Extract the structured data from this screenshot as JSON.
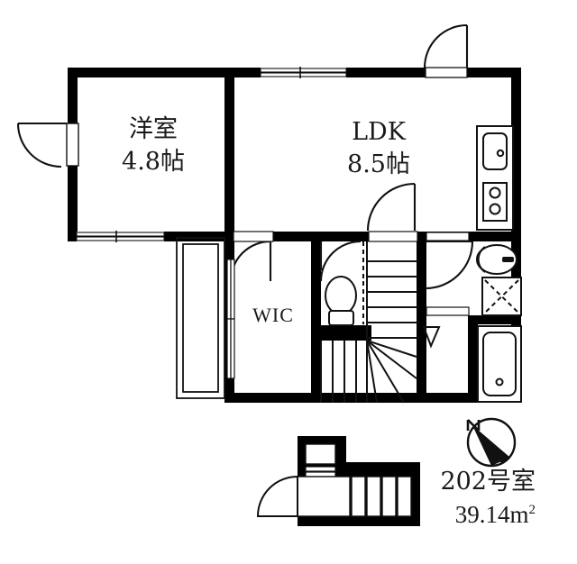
{
  "plan": {
    "type": "floor-plan",
    "unit_number": "202号室",
    "unit_area": "39.14",
    "unit_area_unit": "m",
    "unit_area_sup": "2",
    "compass_label": "N",
    "rooms": [
      {
        "id": "washitsu",
        "name": "洋室",
        "size": "4.8帖"
      },
      {
        "id": "ldk",
        "name": "LDK",
        "size": "8.5帖"
      },
      {
        "id": "wic",
        "name": "WIC",
        "size": ""
      }
    ],
    "fixtures": [
      "kitchen-sink",
      "gas-stove-2burner",
      "toilet",
      "bathtub",
      "washbasin",
      "washing-machine-pan",
      "staircase",
      "closet-shelf"
    ],
    "colors": {
      "wall": "#000000",
      "line": "#1a1a1a",
      "background": "#ffffff",
      "text": "#1a1a1a"
    }
  }
}
